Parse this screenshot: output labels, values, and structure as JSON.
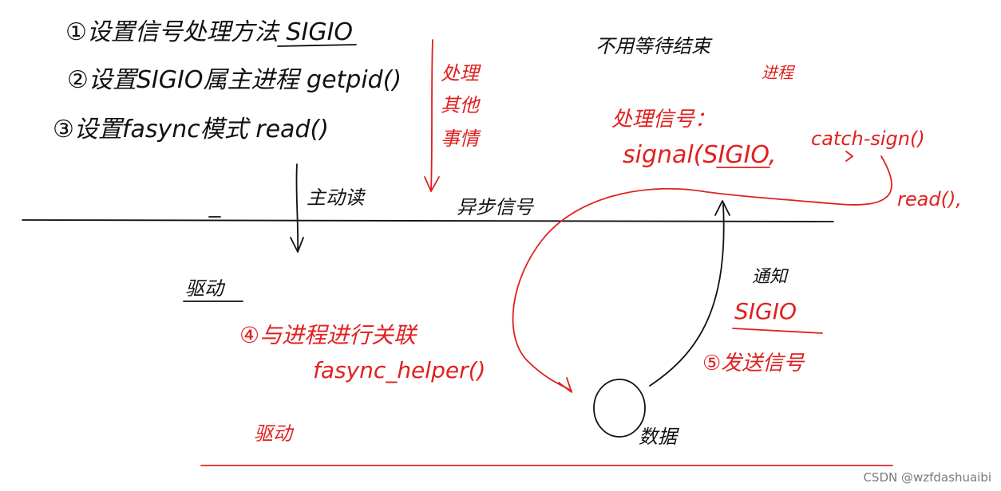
{
  "steps": {
    "step1": "①设置信号处理方法 SIGIO",
    "step2": "②设置SIGIO属主进程 getpid()",
    "step3": "③设置fasync模式 read()"
  },
  "app_side": {
    "upper_vertical_label": "主动读",
    "async_signal_label": "异步信号",
    "red_column_label": [
      "处理",
      "其他",
      "事情"
    ],
    "no_wait_label": "不用等待结束",
    "process_label": "进程",
    "handle_signal_label": "处理信号：",
    "signal_call": "signal(SIGIO,",
    "catch_signal": "catch-sign()",
    "read_call": "read(),"
  },
  "driver_side": {
    "driver_label_black": "驱动",
    "step_associate": "④与进程进行关联",
    "fasync_helper": "fasync_helper()",
    "notify_label": "通知",
    "sigio_label": "SIGIO",
    "send_signal_label": "⑤发送信号",
    "driver_label_red": "驱动",
    "data_label": "数据"
  },
  "colors": {
    "black_ink": "#111111",
    "red_ink": "#e02020",
    "watermark": "#7a7a7a"
  },
  "watermark": "CSDN @wzfdashuaibi"
}
